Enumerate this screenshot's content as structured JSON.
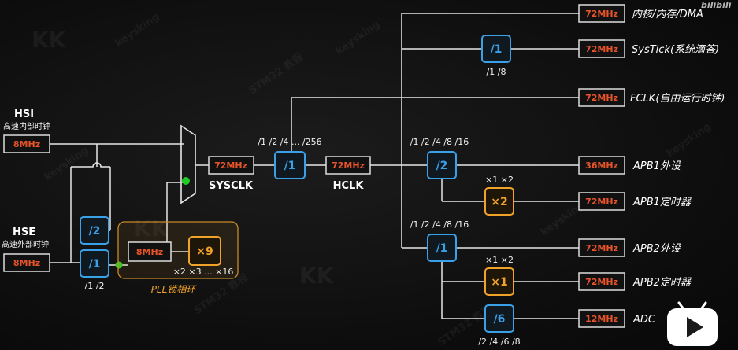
{
  "watermark": {
    "text": "keysking",
    "sub": "STM32 教程",
    "logo": "KK"
  },
  "sources": {
    "hsi": {
      "name": "HSI",
      "desc": "高速内部时钟",
      "freq": "8MHz"
    },
    "hse": {
      "name": "HSE",
      "desc": "高速外部时钟",
      "freq": "8MHz"
    }
  },
  "hse_prediv": {
    "div2": "/2",
    "div1": "/1",
    "options": "/1 /2"
  },
  "pll": {
    "input": "8MHz",
    "mul": "×9",
    "options": "×2 ×3 ... ×16",
    "label": "PLL锁相环"
  },
  "sysclk": {
    "freq": "72MHz",
    "label": "SYSCLK"
  },
  "ahb": {
    "div": "/1",
    "options": "/1 /2 /4 ... /256"
  },
  "hclk": {
    "freq": "72MHz",
    "label": "HCLK"
  },
  "systick_div": {
    "div": "/1",
    "options": "/1 /8"
  },
  "apb1": {
    "div": "/2",
    "options": "/1 /2 /4 /8 /16",
    "timer_mul": "×2",
    "timer_mul_options": "×1 ×2"
  },
  "apb2": {
    "div": "/1",
    "options": "/1 /2 /4 /8 /16",
    "timer_mul": "×1",
    "timer_mul_options": "×1 ×2"
  },
  "adc_div": {
    "div": "/6",
    "options": "/2 /4 /6 /8"
  },
  "outputs": [
    {
      "freq": "72MHz",
      "label": "内核/内存/DMA"
    },
    {
      "freq": "72MHz",
      "label": "SysTick(系统滴答)"
    },
    {
      "freq": "72MHz",
      "label": "FCLK(自由运行时钟)"
    },
    {
      "freq": "36MHz",
      "label": "APB1外设"
    },
    {
      "freq": "72MHz",
      "label": "APB1定时器"
    },
    {
      "freq": "72MHz",
      "label": "APB2外设"
    },
    {
      "freq": "72MHz",
      "label": "APB2定时器"
    },
    {
      "freq": "12MHz",
      "label": "ADC"
    }
  ],
  "corner_logo": "bilibili",
  "colors": {
    "blue": "#3aa0e8",
    "orange": "#f0a22a",
    "red": "#e8542a",
    "green": "#22cc22",
    "line": "#e6e6e6"
  }
}
